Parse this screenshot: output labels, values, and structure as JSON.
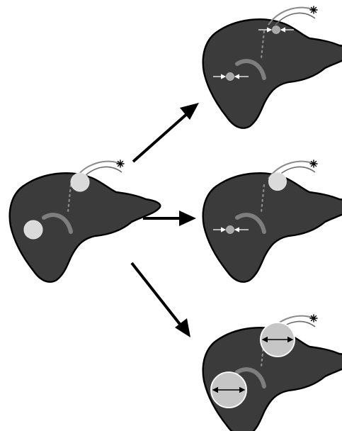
{
  "diagram": {
    "central_panel": "baseline",
    "outcomes": [
      "both-lesions-shrink",
      "one-lesion-shrinks",
      "both-lesions-grow"
    ],
    "colors": {
      "liver": "#3b3b3b",
      "outline": "#000000",
      "lesion": "#dadada",
      "vessel": "#7e7e7e",
      "arrow": "#000000"
    },
    "panels": [
      {
        "id": "liver-baseline",
        "lesions": [
          "normal",
          "normal"
        ],
        "size_change": [
          "none",
          "none"
        ]
      },
      {
        "id": "liver-response-both",
        "lesions": [
          "shrunk",
          "shrunk"
        ],
        "size_change": [
          "decrease",
          "decrease"
        ]
      },
      {
        "id": "liver-response-mixed",
        "lesions": [
          "normal",
          "shrunk"
        ],
        "size_change": [
          "none",
          "decrease"
        ]
      },
      {
        "id": "liver-progression",
        "lesions": [
          "grown",
          "grown"
        ],
        "size_change": [
          "increase",
          "increase"
        ]
      }
    ]
  }
}
